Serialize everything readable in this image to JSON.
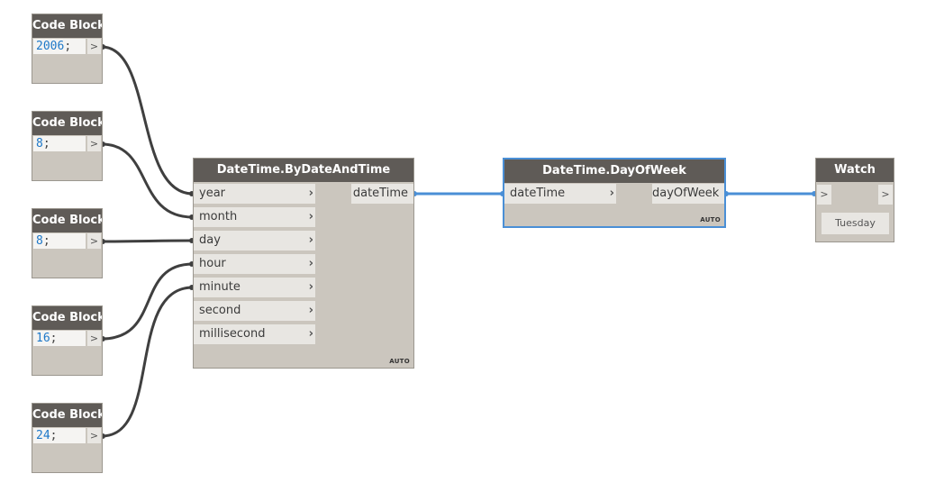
{
  "code_blocks": [
    {
      "title": "Code Block",
      "value": "2006",
      "semi": ";",
      "out": ">"
    },
    {
      "title": "Code Block",
      "value": "8",
      "semi": ";",
      "out": ">"
    },
    {
      "title": "Code Block",
      "value": "8",
      "semi": ";",
      "out": ">"
    },
    {
      "title": "Code Block",
      "value": "16",
      "semi": ";",
      "out": ">"
    },
    {
      "title": "Code Block",
      "value": "24",
      "semi": ";",
      "out": ">"
    }
  ],
  "by_date": {
    "title": "DateTime.ByDateAndTime",
    "inputs": [
      "year",
      "month",
      "day",
      "hour",
      "minute",
      "second",
      "millisecond"
    ],
    "output": "dateTime",
    "lacing": "AUTO"
  },
  "day_of_week": {
    "title": "DateTime.DayOfWeek",
    "input": "dateTime",
    "output": "dayOfWeek",
    "lacing": "AUTO"
  },
  "watch": {
    "title": "Watch",
    "in": ">",
    "out": ">",
    "value": "Tuesday"
  },
  "colors": {
    "wire_dark": "#3f3f3f",
    "wire_selected": "#4a8fd6",
    "header": "#5f5b57",
    "body": "#cbc6be"
  }
}
